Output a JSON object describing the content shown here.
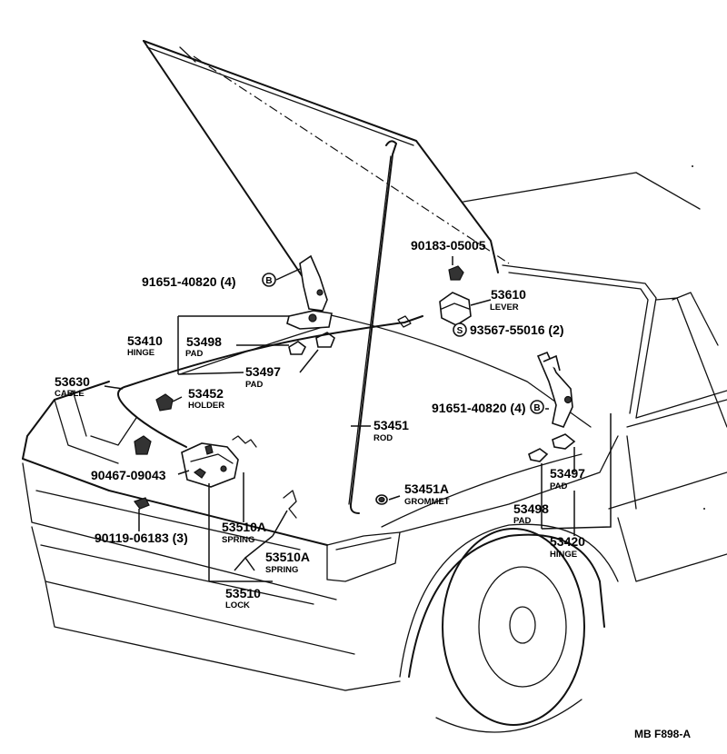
{
  "parts": {
    "bolt_hinge_left": {
      "number": "91651-40820 (4)",
      "symbol": "B"
    },
    "bolt_hinge_right": {
      "number": "91651-40820 (4)",
      "symbol": "B"
    },
    "nut_lever": {
      "number": "90183-05005"
    },
    "lever": {
      "number": "53610",
      "desc": "LEVER"
    },
    "screw_lever": {
      "number": "93567-55016 (2)",
      "symbol": "S"
    },
    "hinge_left": {
      "number": "53410",
      "desc": "HINGE"
    },
    "pad_left_1": {
      "number": "53498",
      "desc": "PAD"
    },
    "pad_left_2": {
      "number": "53497",
      "desc": "PAD"
    },
    "cable": {
      "number": "53630",
      "desc": "CABLE"
    },
    "holder": {
      "number": "53452",
      "desc": "HOLDER"
    },
    "clip": {
      "number": "90467-09043"
    },
    "bolt_lock": {
      "number": "90119-06183 (3)"
    },
    "rod": {
      "number": "53451",
      "desc": "ROD"
    },
    "grommet": {
      "number": "53451A",
      "desc": "GROMMET"
    },
    "spring_1": {
      "number": "53510A",
      "desc": "SPRING"
    },
    "spring_2": {
      "number": "53510A",
      "desc": "SPRING"
    },
    "lock": {
      "number": "53510",
      "desc": "LOCK"
    },
    "pad_right_1": {
      "number": "53497",
      "desc": "PAD"
    },
    "pad_right_2": {
      "number": "53498",
      "desc": "PAD"
    },
    "hinge_right": {
      "number": "53420",
      "desc": "HINGE"
    }
  },
  "figure_code": "MB F898-A"
}
